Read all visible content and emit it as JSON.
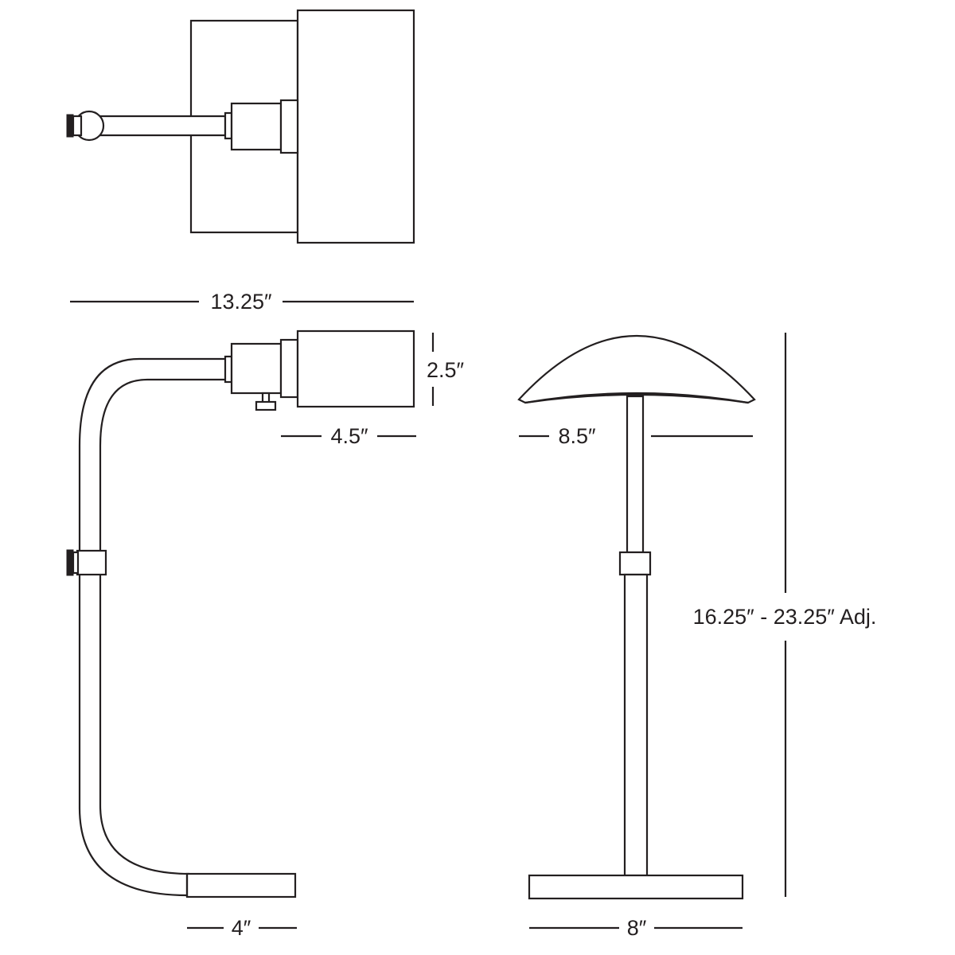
{
  "diagram": {
    "stroke_color": "#231f20",
    "background": "#ffffff",
    "views": [
      "top-view",
      "side-view",
      "front-view"
    ],
    "dimensions": {
      "overall_width": "13.25″",
      "shade_height": "2.5″",
      "shade_length": "4.5″",
      "shade_width": "8.5″",
      "height_range": "16.25″ - 23.25″ Adj.",
      "side_base_depth": "4″",
      "front_base_width": "8″"
    }
  }
}
